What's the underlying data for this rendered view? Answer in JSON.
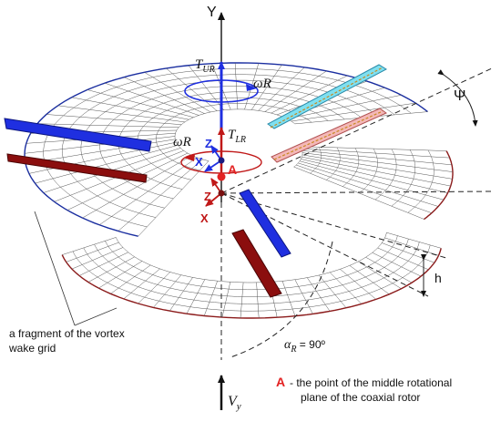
{
  "diagram": {
    "axes": {
      "Y": "Y",
      "Z": "Z",
      "X": "X",
      "V": "V",
      "V_sub": "y"
    },
    "upper_rotor": {
      "T": "T",
      "T_sub": "UR",
      "omega": "ωR"
    },
    "lower_rotor": {
      "T": "T",
      "T_sub": "LR",
      "omega": "ωR"
    },
    "point_A": "A",
    "angle_psi": "Ψ",
    "height": "h",
    "alpha": {
      "symbol": "α",
      "sub": "R",
      "value": " = 90º"
    },
    "notes": {
      "fragment_line1": "a fragment of the vortex",
      "fragment_line2": "wake grid",
      "point_letter": "A",
      "point_line1": "- the point of the middle rotational",
      "point_line2": "plane of the coaxial rotor"
    },
    "colors": {
      "upper_blade": "#1f2fe0",
      "lower_blade": "#8b0e0e",
      "cyan_blade": "#7fe0f0",
      "pink_blade": "#f4b8b8",
      "upper_edge": "#1a2ea0",
      "lower_edge": "#8b1a1a",
      "red_accent": "#e32222"
    }
  }
}
